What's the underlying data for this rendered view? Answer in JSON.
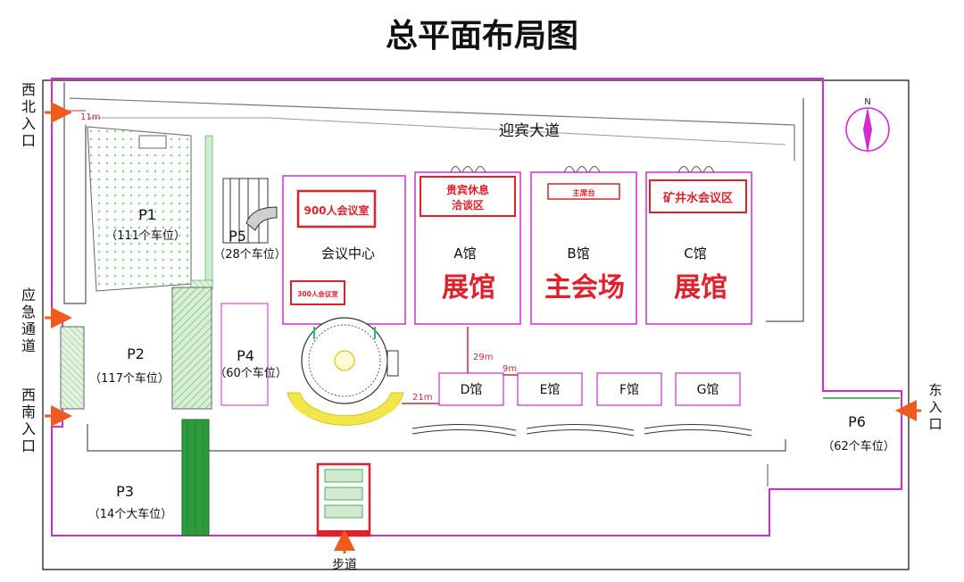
{
  "title": "总平面布局图",
  "compass": {
    "label": "N"
  },
  "road": {
    "label": "迎宾大道"
  },
  "entrances": {
    "northwest": [
      "西",
      "北",
      "入",
      "口"
    ],
    "emergency": [
      "应",
      "急",
      "通",
      "道"
    ],
    "southwest": [
      "西",
      "南",
      "入",
      "口"
    ],
    "east": [
      "东",
      "入",
      "口"
    ],
    "walkway": "步道"
  },
  "dimensions": {
    "d11": "11m",
    "d29": "29m",
    "d9": "9m",
    "d21": "21m"
  },
  "parking": [
    {
      "id": "P1",
      "capacity": "（111个车位）"
    },
    {
      "id": "P2",
      "capacity": "（117个车位）"
    },
    {
      "id": "P3",
      "capacity": "（14个大车位）"
    },
    {
      "id": "P4",
      "capacity": "（60个车位）"
    },
    {
      "id": "P5",
      "capacity": "（28个车位）"
    },
    {
      "id": "P6",
      "capacity": "（62个车位）"
    }
  ],
  "conference": {
    "room900": "900人会议室",
    "center": "会议中心",
    "room300": "300人会议室"
  },
  "halls": {
    "a": {
      "room": [
        "贵宾休息",
        "洽谈区"
      ],
      "name": "A馆",
      "use": "展馆"
    },
    "b": {
      "room": [
        "主席台"
      ],
      "name": "B馆",
      "use": "主会场"
    },
    "c": {
      "room": [
        "矿井水会议区"
      ],
      "name": "C馆",
      "use": "展馆"
    },
    "d": "D馆",
    "e": "E馆",
    "f": "F馆",
    "g": "G馆"
  },
  "colors": {
    "boundary": "#d22bd2",
    "arrow": "#f05a1e",
    "red": "#e0202a",
    "green_dot": "#d8f0d6",
    "green_dark": "#2a9a3a",
    "green_hatch": "#bfe3b8"
  }
}
